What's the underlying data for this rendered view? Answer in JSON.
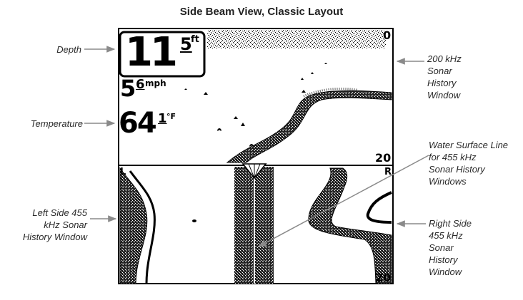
{
  "title": "Side Beam View, Classic Layout",
  "display": {
    "depth_whole": "11",
    "depth_fraction": "5",
    "depth_unit": "ft",
    "speed_whole": "5",
    "speed_fraction": "6",
    "speed_unit": "mph",
    "temp_whole": "64",
    "temp_fraction": "1",
    "temp_unit": "°F",
    "top_scale": "0",
    "upper_bottom_scale": "20",
    "lower_bottom_scale": "20",
    "left_marker": "L",
    "right_marker": "R"
  },
  "callouts": {
    "depth": [
      "Depth"
    ],
    "temperature": [
      "Temperature"
    ],
    "left_side": [
      "Left Side 455",
      "kHz Sonar",
      "History Window"
    ],
    "sonar_200": [
      "200 kHz",
      "Sonar",
      "History",
      "Window"
    ],
    "water_surface": [
      "Water Surface Line",
      "for 455 kHz",
      "Sonar History",
      "Windows"
    ],
    "right_side": [
      "Right Side",
      "455 kHz",
      "Sonar",
      "History",
      "Window"
    ]
  }
}
